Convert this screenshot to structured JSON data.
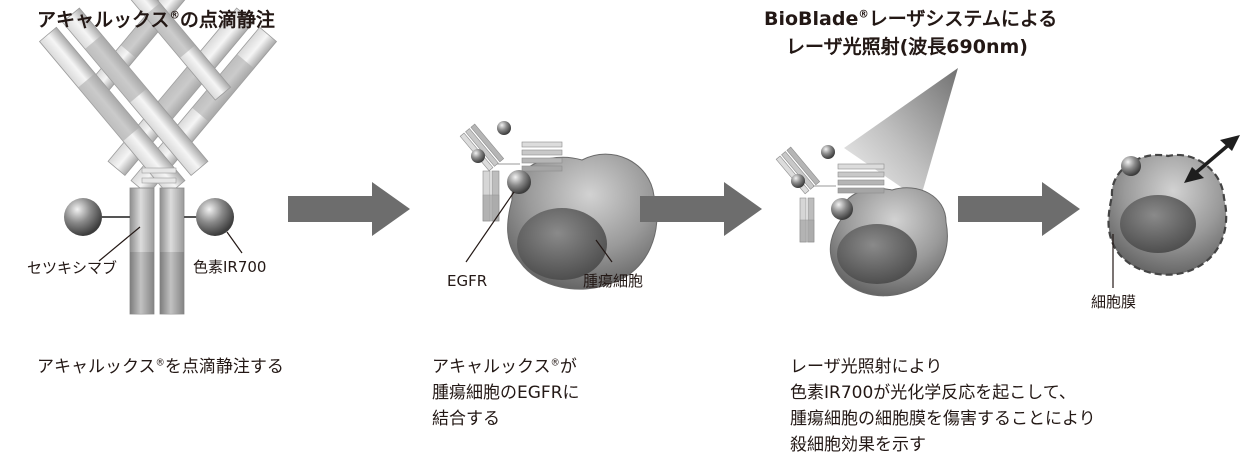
{
  "titles": {
    "step1": "アキャルックス",
    "step1_after": "の点滴静注",
    "laser_line1_a": "BioBlade",
    "laser_line1_b": "レーザシステムによる",
    "laser_line2": "レーザ光照射(波長690nm)",
    "registered_mark": "®"
  },
  "labels": {
    "cetuximab": "セツキシマブ",
    "dye": "色素IR700",
    "egfr": "EGFR",
    "tumor_cell": "腫瘍細胞",
    "cell_membrane": "細胞膜"
  },
  "captions": {
    "step1_a": "アキャルックス",
    "step1_b": "を点滴静注する",
    "step2_l1_a": "アキャルックス",
    "step2_l1_b": "が",
    "step2_l2": "腫瘍細胞のEGFRに",
    "step2_l3": "結合する",
    "step3_l1": "レーザ光照射により",
    "step3_l2": "色素IR700が光化学反応を起こして、",
    "step3_l3": "腫瘍細胞の細胞膜を傷害することにより",
    "step3_l4": "殺細胞効果を示す"
  },
  "colors": {
    "arrow": "#6d6d6d",
    "text": "#231815"
  }
}
